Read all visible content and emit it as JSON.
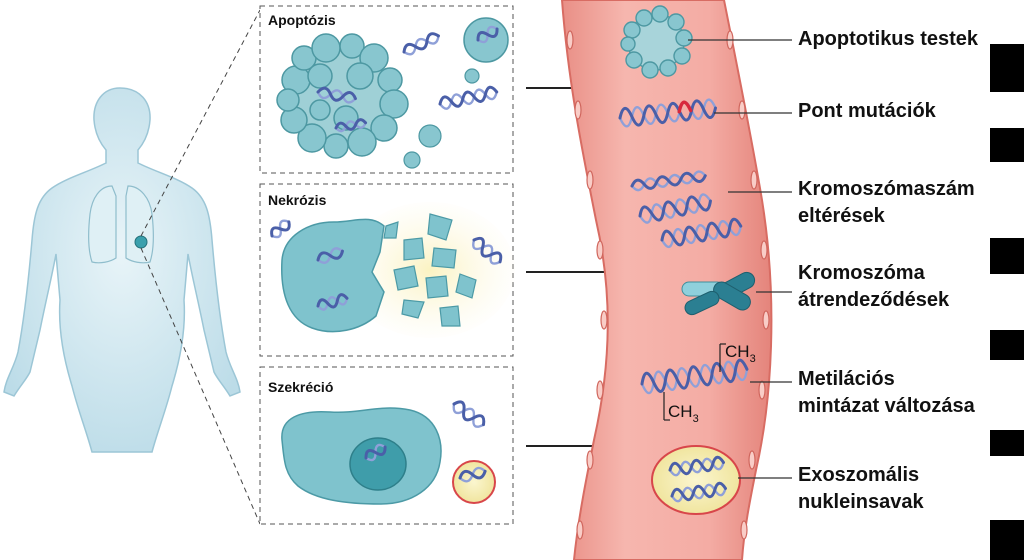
{
  "processes": {
    "apoptosis": "Apoptózis",
    "necrosis": "Nekrózis",
    "secretion": "Szekréció"
  },
  "labels": {
    "apoptotic_bodies": "Apoptotikus testek",
    "point_mutations": "Pont mutációk",
    "chromosome_number_line1": "Kromoszómaszám",
    "chromosome_number_line2": "eltérések",
    "chromosome_rearr_line1": "Kromoszóma",
    "chromosome_rearr_line2": "átrendeződések",
    "methylation_line1": "Metilációs",
    "methylation_line2": "mintázat változása",
    "exosomal_line1": "Exoszomális",
    "exosomal_line2": "nukleinsavak"
  },
  "methyl": {
    "ch": "CH",
    "sub": "3"
  },
  "colors": {
    "vessel": "#f2a8a0",
    "vessel_edge": "#e07b72",
    "cell": "#7fc3cd",
    "cell_edge": "#4c9aa6",
    "body": "#cfe6ef",
    "dna": "#4a5fa8",
    "exosome": "#f4edb0"
  }
}
